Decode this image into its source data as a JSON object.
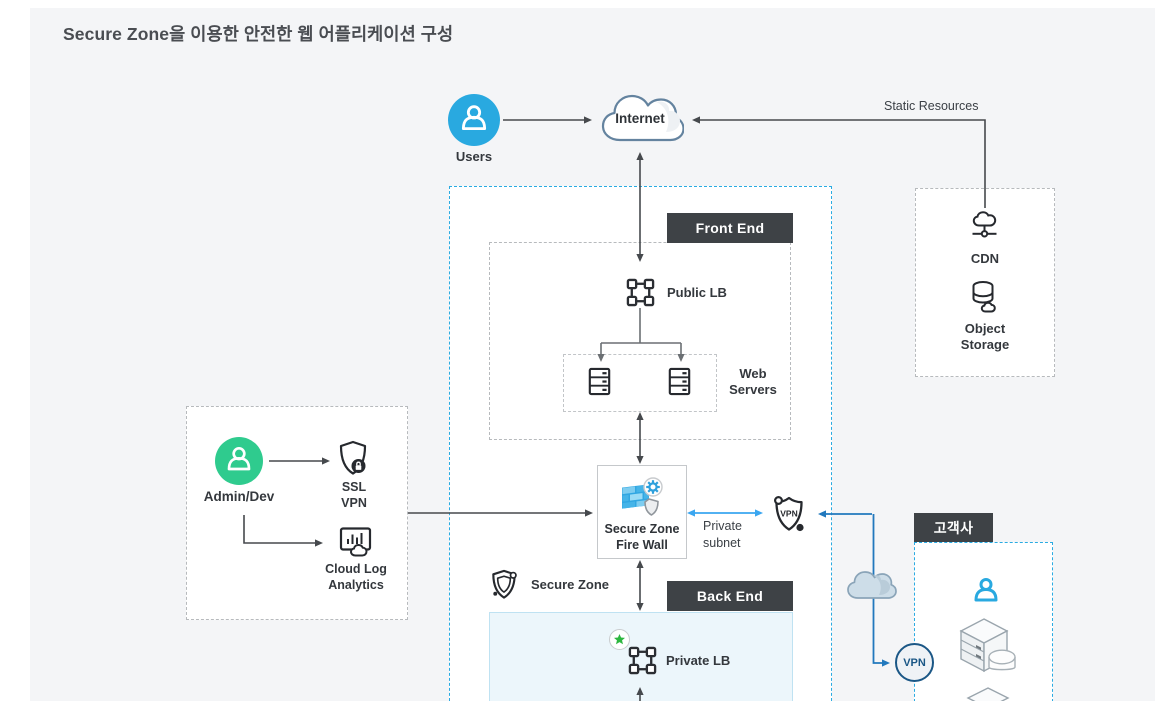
{
  "title": "Secure Zone을 이용한 안전한 웹 어플리케이션 구성",
  "badges": {
    "front_end": "Front End",
    "back_end": "Back End",
    "customer": "고객사"
  },
  "zone": {
    "secure_zone": "Secure Zone"
  },
  "nodes": {
    "users": "Users",
    "internet": "Internet",
    "admin": "Admin/Dev",
    "ssl_vpn": "SSL VPN",
    "cloud_log": "Cloud Log\nAnalytics",
    "public_lb": "Public LB",
    "web_servers": "Web\nServers",
    "firewall": "Secure Zone\nFire Wall",
    "private_lb": "Private LB",
    "cdn": "CDN",
    "object_storage": "Object\nStorage",
    "vpn_gateway": "VPN",
    "vpn_tunnel": "VPN"
  },
  "edges": {
    "static_resources": "Static Resources",
    "private_subnet": "Private\nsubnet"
  },
  "colors": {
    "secure_zone_dash": "#2aabe2",
    "users_circle": "#29a9e0",
    "admin_circle": "#2fcb8e",
    "badge_bg": "#3e4246",
    "backend_fill": "#ecf6fb",
    "private_subnet_arrow": "#3aa6f0",
    "vpn_path": "#2178bd",
    "arrow_dark": "#46494d",
    "star_green": "#2db73f",
    "firewall_blue": "#31a7e2"
  }
}
